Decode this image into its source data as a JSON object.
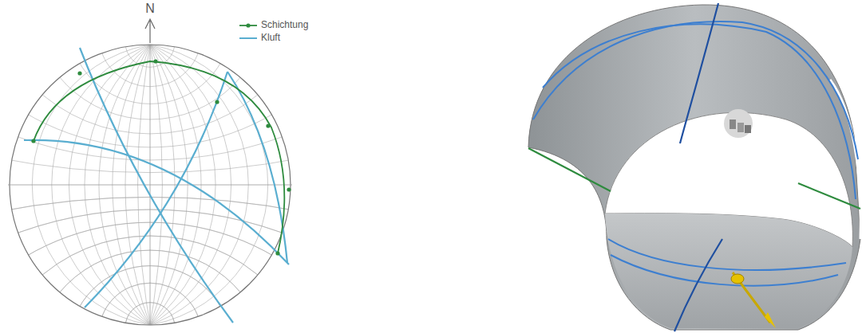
{
  "diagram": {
    "labels": [
      "N"
    ],
    "legend": [
      {
        "text": "Schichtung"
      },
      {
        "text": "Kluft"
      }
    ]
  }
}
